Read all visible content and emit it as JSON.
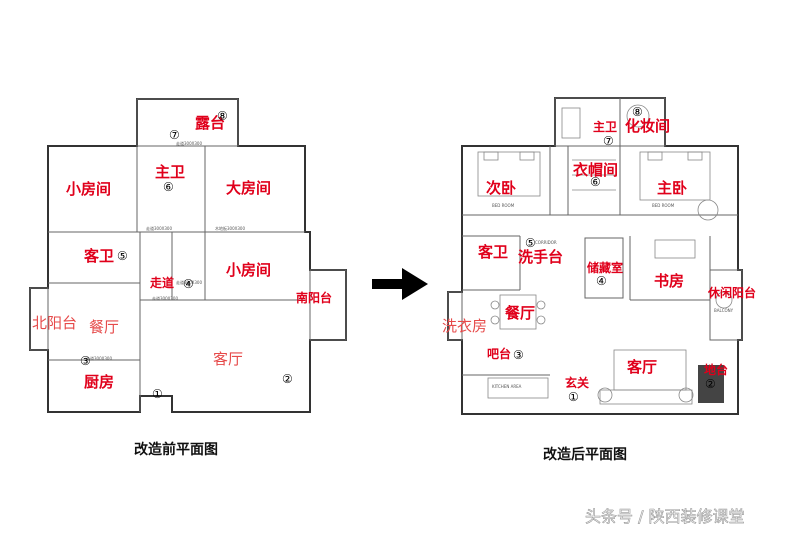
{
  "before": {
    "caption": "改造前平面图",
    "rooms": {
      "terrace": "露台",
      "master_bath": "主卫",
      "small_room_1": "小房间",
      "large_room": "大房间",
      "guest_bath": "客卫",
      "corridor": "走道",
      "small_room_2": "小房间",
      "south_balcony": "南阳台",
      "north_balcony": "北阳台",
      "dining": "餐厅",
      "living": "客厅",
      "kitchen": "厨房"
    },
    "markers": [
      "①",
      "②",
      "③",
      "④",
      "⑤",
      "⑥",
      "⑦",
      "⑧"
    ]
  },
  "after": {
    "caption": "改造后平面图",
    "rooms": {
      "vanity": "化妆间",
      "bath": "主卫",
      "walk_in": "衣帽间",
      "second_bed": "次卧",
      "master_bed": "主卧",
      "guest_bath": "客卫",
      "wash_basin": "洗手台",
      "storage": "储藏室",
      "study": "书房",
      "leisure_balcony": "休闲阳台",
      "dining": "餐厅",
      "laundry": "洗衣房",
      "bar": "吧台",
      "living": "客厅",
      "foyer": "玄关",
      "entry_pit": "地台"
    },
    "markers": [
      "①",
      "②",
      "③",
      "④",
      "⑤",
      "⑥",
      "⑦",
      "⑧"
    ]
  },
  "watermark": "头条号 / 陕西装修课堂",
  "colors": {
    "label": "#e0001b",
    "arrow": "#000000"
  }
}
